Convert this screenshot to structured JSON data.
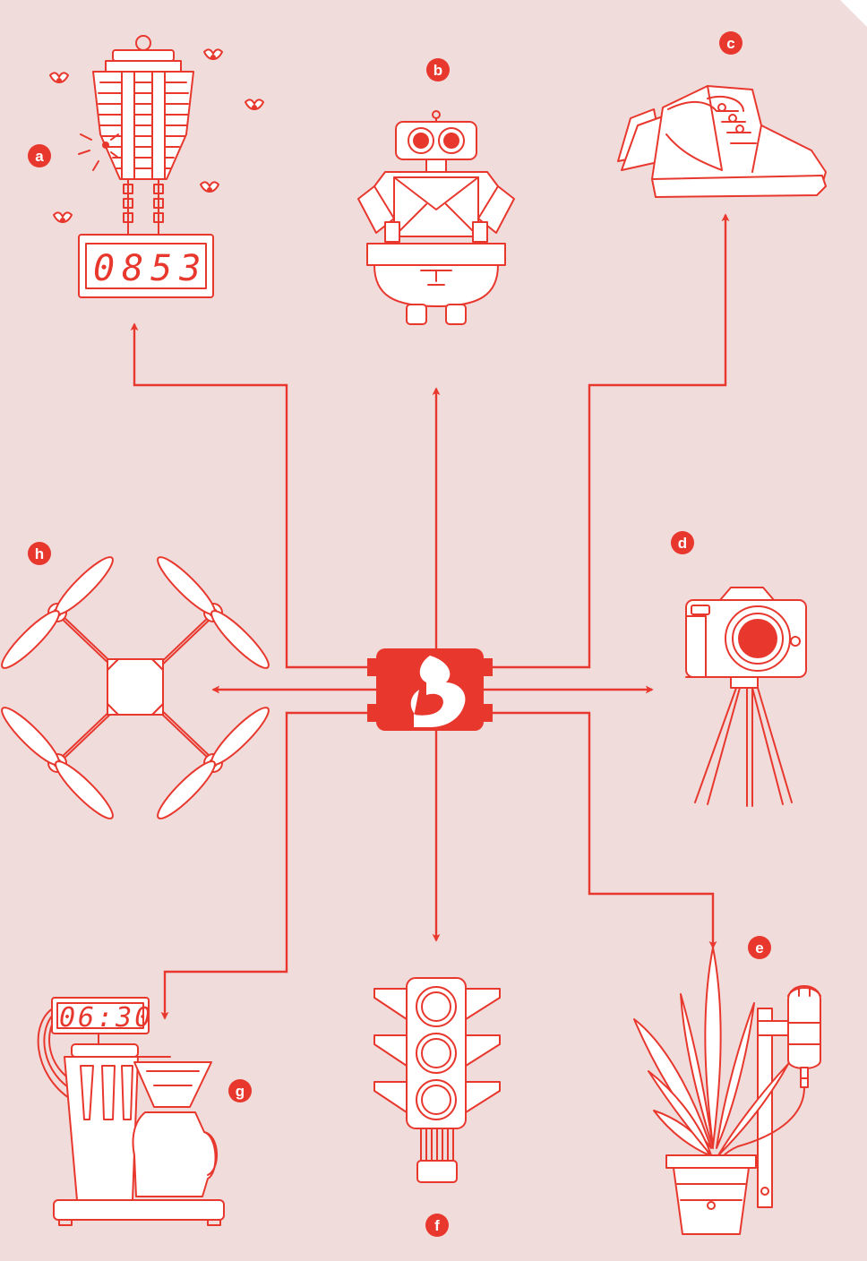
{
  "colors": {
    "accent": "#e8382e",
    "background": "#f1dcdc",
    "line": "#e8382e",
    "fill": "#ffffff"
  },
  "hub": {
    "icon": "flame-logo-icon"
  },
  "nodes": [
    {
      "id": "a",
      "badge": "a",
      "icon": "bug-zapper-counter-icon",
      "display": "0853"
    },
    {
      "id": "b",
      "badge": "b",
      "icon": "mail-robot-icon"
    },
    {
      "id": "c",
      "badge": "c",
      "icon": "sneaker-icon"
    },
    {
      "id": "d",
      "badge": "d",
      "icon": "camera-tripod-icon"
    },
    {
      "id": "e",
      "badge": "e",
      "icon": "plant-watering-icon"
    },
    {
      "id": "f",
      "badge": "f",
      "icon": "traffic-light-icon"
    },
    {
      "id": "g",
      "badge": "g",
      "icon": "coffee-maker-timer-icon",
      "display": "06:30"
    },
    {
      "id": "h",
      "badge": "h",
      "icon": "quadcopter-drone-icon"
    }
  ]
}
